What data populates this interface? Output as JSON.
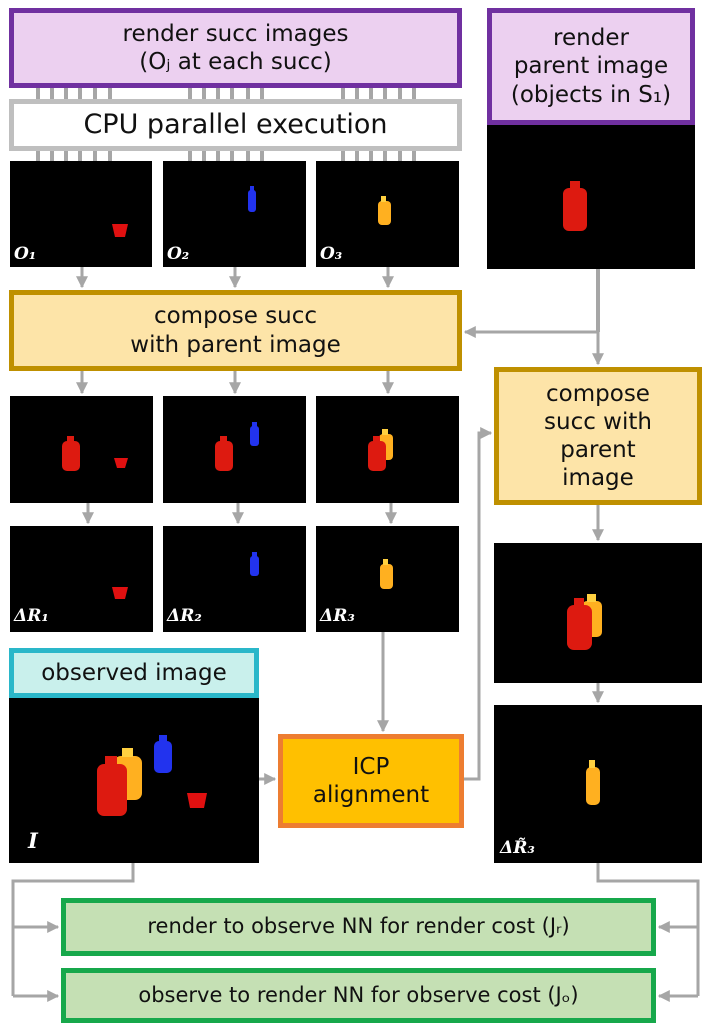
{
  "boxes": {
    "render_succ": {
      "line1": "render succ images",
      "line2": "(Oⱼ at each succ)"
    },
    "render_parent": {
      "line1": "render",
      "line2": "parent image",
      "line3": "(objects in S₁)"
    },
    "cpu_parallel": "CPU parallel execution",
    "compose_left": {
      "line1": "compose succ",
      "line2": "with parent image"
    },
    "compose_right": {
      "line1": "compose",
      "line2": "succ with",
      "line3": "parent",
      "line4": "image"
    },
    "observed": "observed image",
    "icp": {
      "line1": "ICP",
      "line2": "alignment"
    },
    "render_cost": "render to observe NN for render cost (Jᵣ)",
    "observe_cost": "observe  to render NN for observe cost (Jₒ)"
  },
  "image_labels": {
    "o1": "O₁",
    "o2": "O₂",
    "o3": "O₃",
    "dr1": "ΔR₁",
    "dr2": "ΔR₂",
    "dr3": "ΔR₃",
    "i": "I",
    "dr3_tilde": "ΔR̃₃"
  },
  "colors": {
    "purple_border": "#7030a0",
    "gold_border": "#bf9000",
    "orange_border": "#ed7d31",
    "green_border": "#17a84b",
    "teal_border": "#2ab7c9",
    "arrow": "#a6a6a6"
  }
}
